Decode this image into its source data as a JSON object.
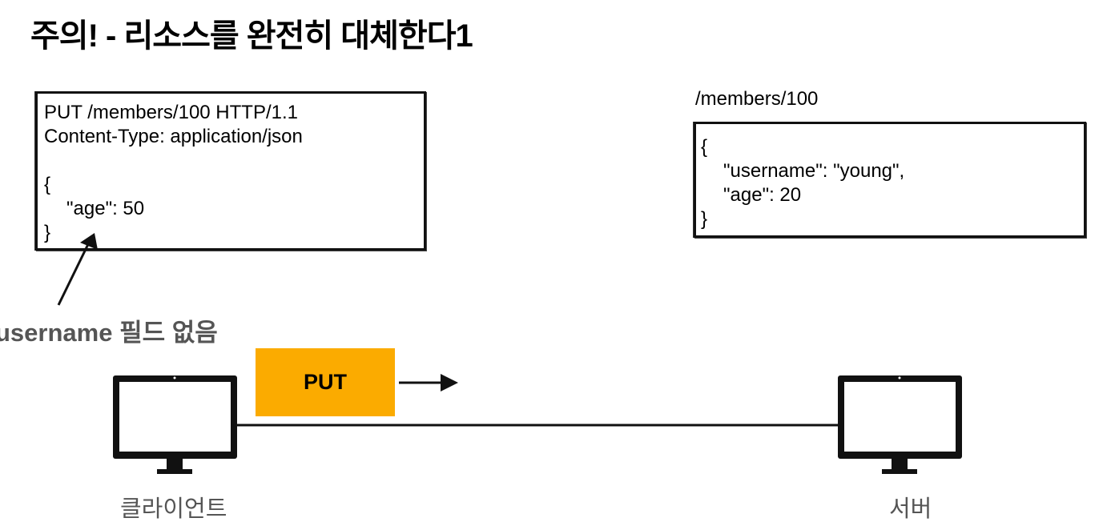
{
  "title": "주의! - 리소스를 완전히 대체한다1",
  "request": {
    "line1": "PUT /members/100 HTTP/1.1",
    "line2": "Content-Type: application/json",
    "line3": "",
    "line4": "{",
    "line5": "\"age\": 50",
    "line6": "}"
  },
  "resource": {
    "path": "/members/100",
    "line1": "{",
    "line2": "\"username\": \"young\",",
    "line3": "\"age\": 20",
    "line4": "}"
  },
  "note": "username 필드 없음",
  "method_badge": {
    "label": "PUT",
    "color": "#fbab00"
  },
  "client": {
    "label": "클라이언트",
    "icon": "monitor-icon"
  },
  "server": {
    "label": "서버",
    "icon": "monitor-icon"
  }
}
